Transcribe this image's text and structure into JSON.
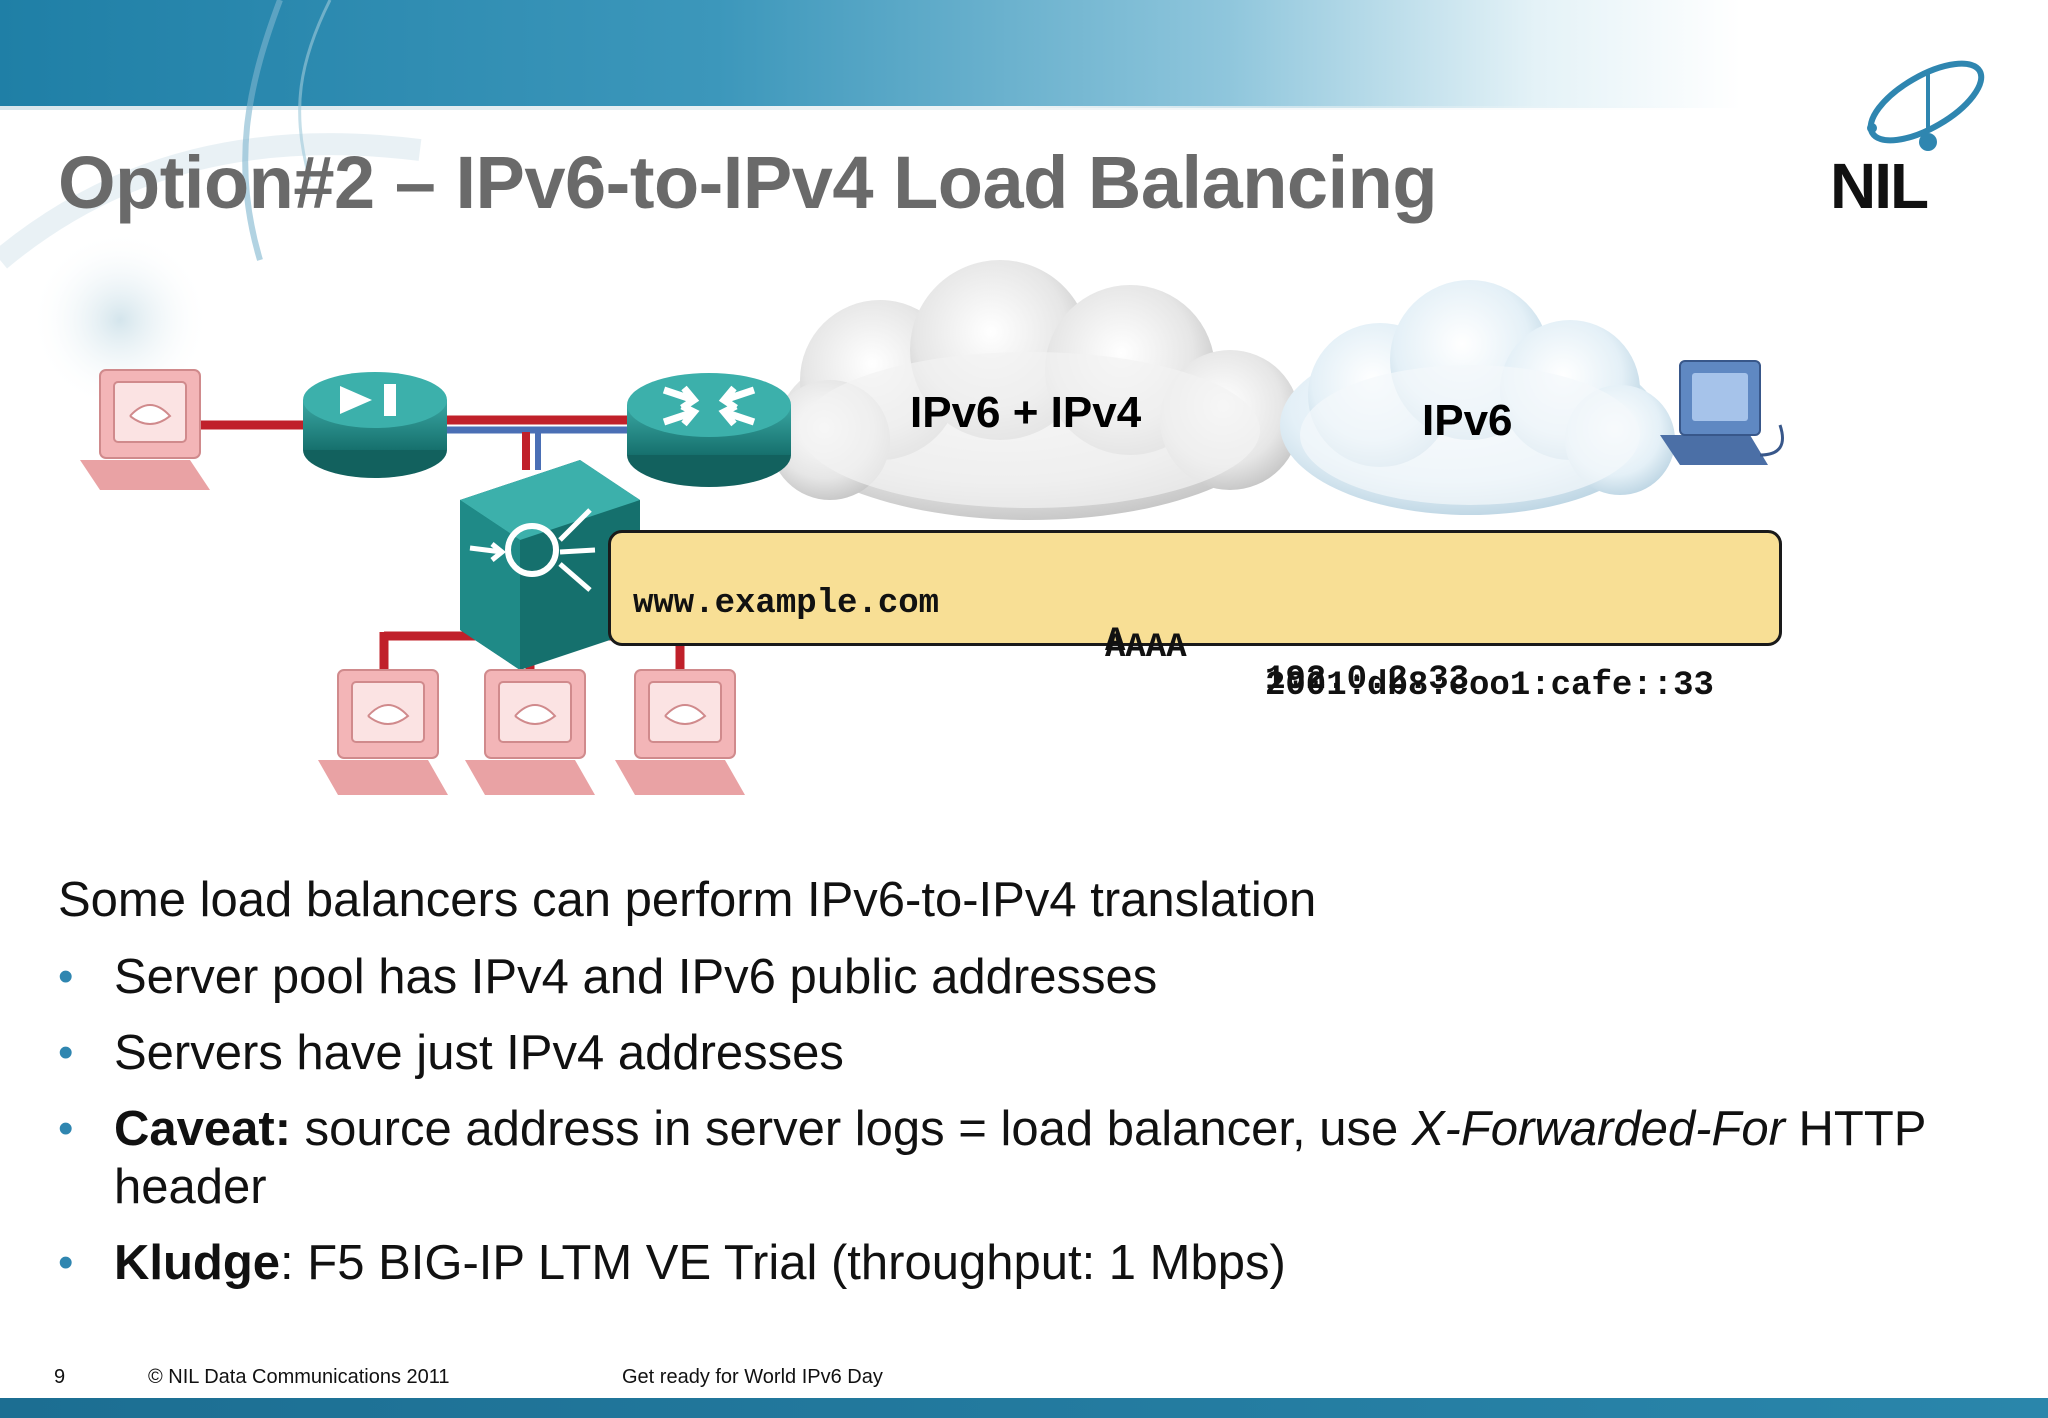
{
  "slide": {
    "title": "Option#2 – IPv6-to-IPv4 Load Balancing",
    "logo_text": "NIL"
  },
  "diagram": {
    "cloud_left_label": "IPv6 + IPv4",
    "cloud_right_label": "IPv6",
    "dns_record": {
      "host": "www.example.com",
      "rows": [
        {
          "type": "A",
          "address": "192.0.2.33"
        },
        {
          "type": "AAAA",
          "address": "2001:db8:coo1:cafe::33"
        }
      ]
    }
  },
  "content": {
    "intro": "Some load balancers can perform IPv6-to-IPv4 translation",
    "bullets": [
      {
        "text": "Server pool has IPv4 and IPv6 public addresses"
      },
      {
        "text": "Servers have just IPv4 addresses"
      },
      {
        "bold": "Caveat:",
        "text": " source address in server logs = load balancer, use ",
        "italic": "X-Forwarded-For",
        "tail": " HTTP header"
      },
      {
        "bold": "Kludge",
        "text": ": F5 BIG-IP LTM VE Trial (throughput: 1 Mbps)"
      }
    ]
  },
  "footer": {
    "page_number": "9",
    "copyright": "© NIL Data Communications 2011",
    "event": "Get ready for World IPv6 Day"
  },
  "colors": {
    "title": "#6a6a6a",
    "bullet": "#2f86b0",
    "band": "#1f7fa6",
    "dns_box": "#f8df95",
    "link_red": "#c0202a",
    "link_blue": "#4a6fb5",
    "device_teal": "#1f8a87",
    "pc_pink": "#f0a9ab"
  }
}
